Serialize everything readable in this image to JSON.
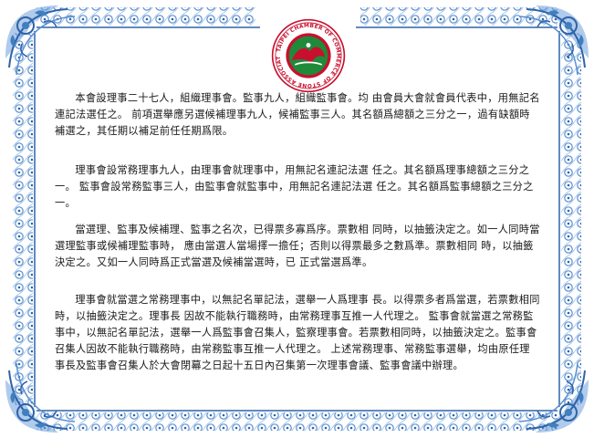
{
  "emblem": {
    "ring_text": "TAIPEI CHAMBER OF COMMERCE OF STONE ASSOCIATION",
    "ring_color": "#c8102e",
    "inner_color": "#1f8a3a",
    "description_icon": "emblem-seal"
  },
  "frame": {
    "border_color": "#3f7fbf",
    "decoration": "ornate-blue-scroll-border"
  },
  "paragraphs": [
    {
      "text": "本會設理事二十七人，組織理事會。監事九人，組織監事會。均 由會員大會就會員代表中，用無記名連記法選任之。 前項選舉應另選候補理事九人，候補監事三人。其名額爲總額之三分之一，過有缺額時補選之，其任期以補足前任任期爲限。"
    },
    {
      "text": "理事會設常務理事九人，由理事會就理事中，用無記名連記法選 任之。其名額爲理事總額之三分之一。 監事會設常務監事三人，由監事會就監事中，用無記名連記法選 任之。其名額爲監事總額之三分之一。"
    },
    {
      "text": "當選理、監事及候補理、監事之名次，已得票多寡爲序。票數相 同時，以抽籤決定之。如一人同時當選理監事或候補理監事時， 應由當選人當場擇一擔任；否則以得票最多之數爲準。票數相同 時，以抽籤決定之。又如一人同時爲正式當選及候補當選時，已 正式當選爲準。"
    },
    {
      "text": "理事會就當選之常務理事中，以無記名單記法，選舉一人爲理事 長。以得票多者爲當選，若票數相同時，以抽籤決定之。理事長 因故不能執行職務時，由常務理事互推一人代理之。 監事會就當選之常務監事中，以無記名單記法，選舉一人爲監事會召集人，監察理事會。若票數相同時，以抽籤決定之。監事會召集人因故不能執行職務時，由常務監事互推一人代理之。 上述常務理事、常務監事選舉，均由原任理事長及監事會召集人於大會閉幕之日起十五日內召集第一次理事會議、監事會議中辦理。"
    }
  ]
}
